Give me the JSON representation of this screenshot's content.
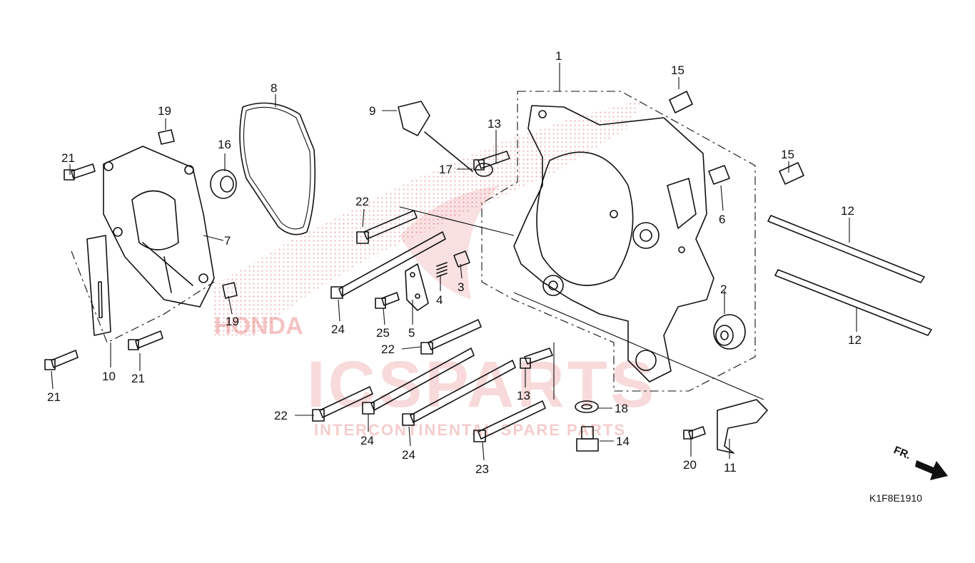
{
  "watermark": {
    "brand": "ICSPARTS",
    "tagline": "INTERCONTINENTAL SPARE PARTS",
    "maker": "HONDA",
    "color": "#e05a5a"
  },
  "diagram_code": "K1F8E1910",
  "direction_label": "FR.",
  "callouts": {
    "c1": "1",
    "c2": "2",
    "c3": "3",
    "c4": "4",
    "c5": "5",
    "c6": "6",
    "c7": "7",
    "c8": "8",
    "c9": "9",
    "c10": "10",
    "c11": "11",
    "c12a": "12",
    "c12b": "12",
    "c13a": "13",
    "c13b": "13",
    "c14": "14",
    "c15a": "15",
    "c15b": "15",
    "c16": "16",
    "c17": "17",
    "c18": "18",
    "c19a": "19",
    "c19b": "19",
    "c20": "20",
    "c21a": "21",
    "c21b": "21",
    "c21c": "21",
    "c22a": "22",
    "c22b": "22",
    "c22c": "22",
    "c23": "23",
    "c24a": "24",
    "c24b": "24",
    "c24c": "24",
    "c25": "25"
  }
}
